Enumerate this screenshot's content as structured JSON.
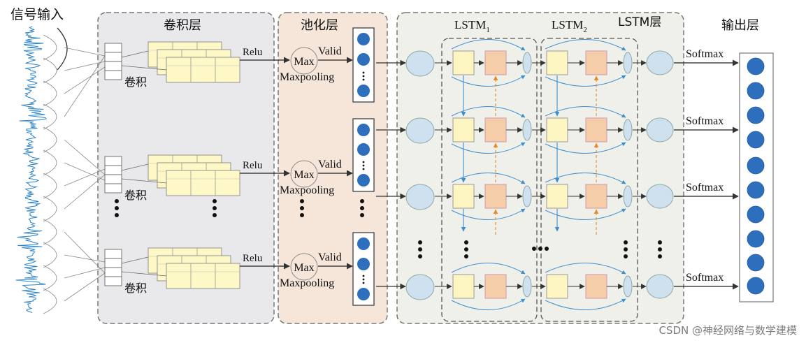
{
  "labels": {
    "signal_input": "信号输入",
    "conv_layer": "卷积层",
    "pool_layer": "池化层",
    "lstm1_base": "LSTM",
    "lstm1_sub": "1",
    "lstm2_base": "LSTM",
    "lstm2_sub": "2",
    "lstm_layer": "LSTM层",
    "output_layer": "输出层",
    "conv_op": "卷积",
    "relu": "Relu",
    "max": "Max",
    "valid": "Valid",
    "maxpooling": "Maxpooling",
    "softmax": "Softmax",
    "watermark": "CSDN @神经网络与数学建模"
  },
  "colors": {
    "conv_panel_bg": "#e9e9ec",
    "pool_panel_bg": "#f5e6d9",
    "lstm_panel_bg": "#f0f0ea",
    "feature_map": "#fdf8c6",
    "lstm_cell_yellow": "#fdf6c3",
    "lstm_cell_orange": "#f6cda9",
    "node_light": "#cfe0ee",
    "node_blue": "#2e6fbd",
    "signal_blue": "#2a82c8",
    "arrow_blue": "#3e8fd0",
    "arrow_orange": "#e88a2c"
  }
}
